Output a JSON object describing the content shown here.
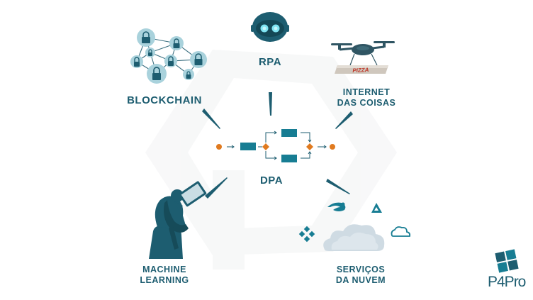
{
  "center": {
    "label": "DPA"
  },
  "nodes": {
    "rpa": {
      "label": "RPA"
    },
    "blockchain": {
      "label": "BLOCKCHAIN"
    },
    "iot": {
      "line1": "INTERNET",
      "line2": "DAS COISAS"
    },
    "ml": {
      "line1": "MACHINE",
      "line2": "LEARNING"
    },
    "cloud": {
      "line1": "SERVIÇOS",
      "line2": "DA NUVEM"
    }
  },
  "drone_box_text": "PIZZA",
  "brand": {
    "text": "P4Pro"
  },
  "colors": {
    "primary": "#1d5d70",
    "teal": "#177d93",
    "orange": "#e07a1f",
    "light_gray": "#f1f2f3",
    "cloud": "#cfdbe3"
  },
  "icons": [
    "robot-head-icon",
    "lock-network-icon",
    "drone-icon",
    "thinker-statue-icon",
    "cloud-services-icon",
    "logo-icon"
  ]
}
